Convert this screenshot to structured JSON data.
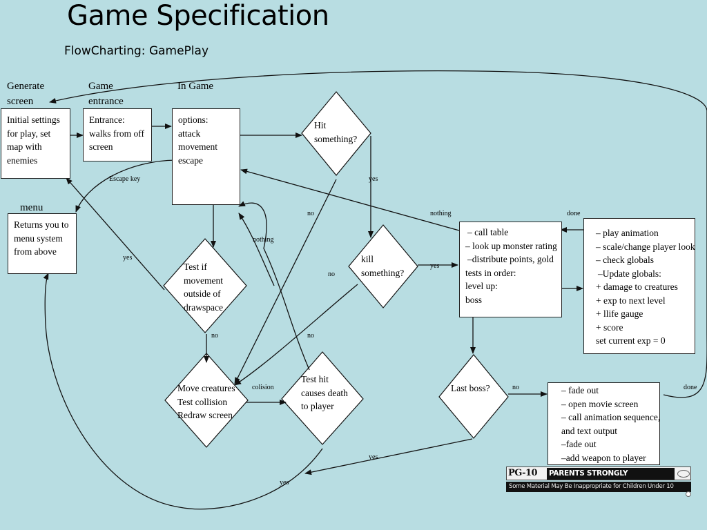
{
  "title": "Game Specification",
  "subtitle": "FlowCharting: GamePlay",
  "headers": {
    "generate": [
      "Generate",
      "screen"
    ],
    "entrance": [
      "Game",
      "entrance"
    ],
    "in_game": "In Game",
    "menu": "menu"
  },
  "boxes": {
    "initial": [
      "Initial settings",
      "for play, set",
      "map with",
      "enemies"
    ],
    "entrance": [
      "Entrance:",
      "walks from off",
      "screen"
    ],
    "options": [
      "options:",
      "attack",
      "movement",
      "escape"
    ],
    "menu": [
      "Returns you to",
      "menu system",
      "from above"
    ],
    "kill_results": [
      "– call table",
      "– look up monster rating",
      "–distribute points, gold",
      "tests in order:",
      "level up:",
      "boss"
    ],
    "level_up": [
      "– play animation",
      "– scale/change player look",
      "– check globals",
      "–Update globals:",
      "+ damage to creatures",
      "+ exp to next level",
      "+ llife gauge",
      "+ score",
      "set current exp = 0"
    ],
    "boss_results": [
      "– fade out",
      "– open movie screen",
      "– call animation sequence,",
      "and text output",
      "–fade out",
      "–add weapon to player"
    ]
  },
  "decisions": {
    "hit": [
      "Hit",
      "something?"
    ],
    "kill": [
      "kill",
      "something?"
    ],
    "movement": [
      "Test if",
      "movement",
      "outside of",
      "drawspace"
    ],
    "move": [
      "Move creatures",
      "Test collision",
      "Redraw screen"
    ],
    "death": [
      "Test hit",
      "causes death",
      "to player"
    ],
    "boss": [
      "Last boss?"
    ]
  },
  "edge_labels": {
    "escape_key": "Escape key",
    "yes_hit": "yes",
    "no_hit": "no",
    "nothing_top": "nothing",
    "done_top": "done",
    "nothing_mid": "nothing",
    "yes_kill": "yes",
    "no_kill": "no",
    "yes_movement": "yes",
    "no_movement": "no",
    "colision": "colision",
    "no_death": "no",
    "no_boss": "no",
    "done_right": "done",
    "yes_boss": "yes",
    "yes_bottom": "yes"
  },
  "rating": {
    "code": "PG-10",
    "label": "PARENTS STRONGLY CAUTIONED",
    "note": "Some Material May Be Inappropriate for Children Under 10"
  },
  "colors": {
    "background": "#b8dde2",
    "box_fill": "#ffffff",
    "stroke": "#111111"
  }
}
